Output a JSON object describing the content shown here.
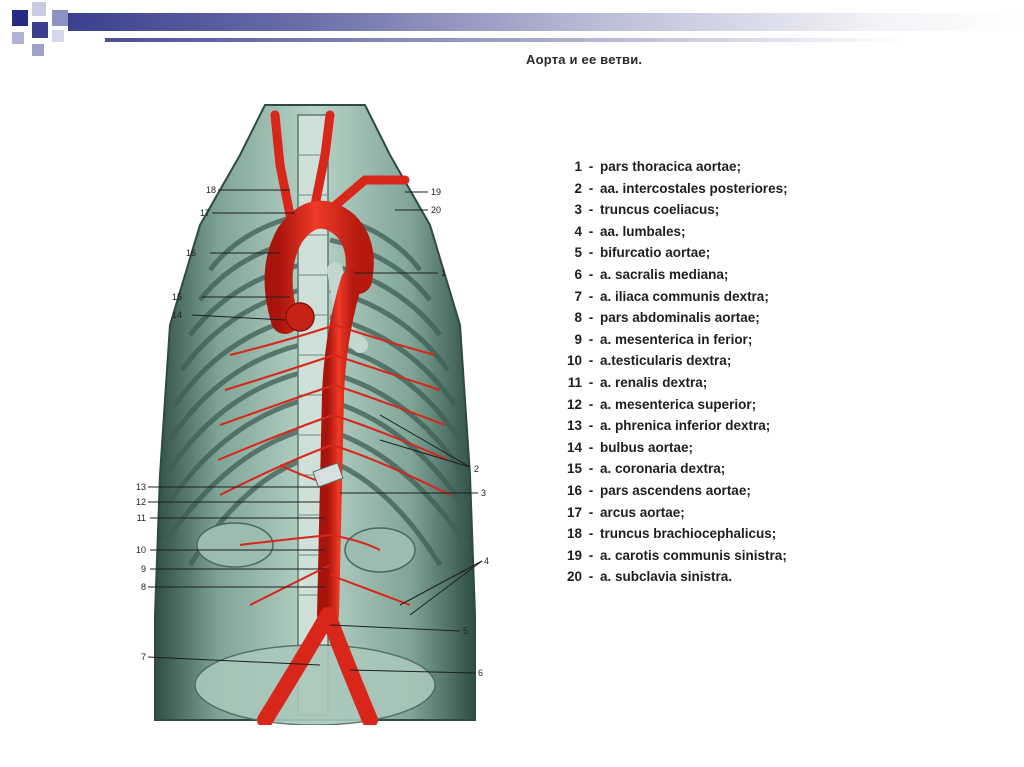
{
  "figure": {
    "title": "Аорта и ее ветви."
  },
  "legend": {
    "items": [
      {
        "num": "1",
        "text": "pars thoracica aortae;"
      },
      {
        "num": "2",
        "text": "aa. intercostales posteriores;"
      },
      {
        "num": "3",
        "text": "truncus coeliacus;"
      },
      {
        "num": "4",
        "text": "aa. lumbales;"
      },
      {
        "num": "5",
        "text": "bifurcatio aortae;"
      },
      {
        "num": "6",
        "text": "a. sacralis mediana;"
      },
      {
        "num": "7",
        "text": "a. iliaca communis dextra;"
      },
      {
        "num": "8",
        "text": "pars abdominalis aortae;"
      },
      {
        "num": "9",
        "text": "a. mesenterica in ferior;"
      },
      {
        "num": "10",
        "text": "a.testicularis dextra;"
      },
      {
        "num": "11",
        "text": "a. renalis dextra;"
      },
      {
        "num": "12",
        "text": "a. mesenterica superior;"
      },
      {
        "num": "13",
        "text": "a. phrenica inferior dextra;"
      },
      {
        "num": "14",
        "text": "bulbus aortae;"
      },
      {
        "num": "15",
        "text": "a. coronaria dextra;"
      },
      {
        "num": "16",
        "text": "pars ascendens aortae;"
      },
      {
        "num": "17",
        "text": "arcus aortae;"
      },
      {
        "num": "18",
        "text": "truncus brachiocephalicus;"
      },
      {
        "num": "19",
        "text": "a. carotis communis sinistra;"
      },
      {
        "num": "20",
        "text": "a. subclavia sinistra."
      }
    ]
  },
  "callouts": {
    "left": [
      "18",
      "17",
      "16",
      "15",
      "14",
      "13",
      "12",
      "11",
      "10",
      "9",
      "8",
      "7"
    ],
    "right": [
      "19",
      "20",
      "1",
      "2",
      "3",
      "4",
      "5",
      "6"
    ]
  },
  "colors": {
    "aorta": "#e0281c",
    "tissue": "#8fb8a8",
    "rib": "#3f5e54",
    "accent_dark": "#262b82"
  }
}
